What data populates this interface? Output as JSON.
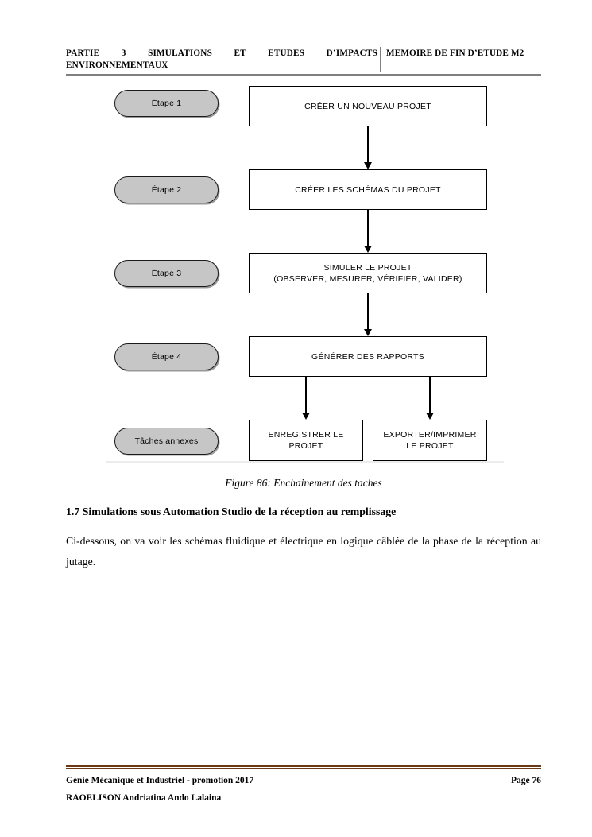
{
  "header": {
    "left_line1": "PARTIE 3 SIMULATIONS ET ETUDES D’IMPACTS",
    "left_line2": "ENVIRONNEMENTAUX",
    "right": "MEMOIRE DE FIN D’ETUDE M2",
    "rule_color": "#808080",
    "divider_color": "#808080"
  },
  "figure": {
    "caption": "Figure 86: Enchainement des taches",
    "steps": [
      {
        "label": "Étape 1"
      },
      {
        "label": "Étape 2"
      },
      {
        "label": "Étape 3"
      },
      {
        "label": "Étape 4"
      },
      {
        "label": "Tâches annexes"
      }
    ],
    "boxes": [
      {
        "line1": "CRÉER UN NOUVEAU PROJET",
        "line2": ""
      },
      {
        "line1": "CRÉER LES SCHÉMAS DU PROJET",
        "line2": ""
      },
      {
        "line1": "SIMULER LE PROJET",
        "line2": "(OBSERVER, MESURER, VÉRIFIER, VALIDER)"
      },
      {
        "line1": "GÉNÉRER DES RAPPORTS",
        "line2": ""
      },
      {
        "line1": "ENREGISTRER LE",
        "line2": "PROJET"
      },
      {
        "line1": "EXPORTER/IMPRIMER",
        "line2": "LE PROJET"
      }
    ],
    "pill_fill": "#c6c6c6",
    "pill_border": "#1a1a1a",
    "box_border": "#000000"
  },
  "section": {
    "heading": "1.7 Simulations sous Automation Studio de la réception au remplissage",
    "paragraph": "Ci-dessous, on va voir les schémas fluidique et électrique en logique câblée de la phase de la réception au jutage."
  },
  "footer": {
    "left": "Génie Mécanique et Industriel - promotion 2017",
    "page": "Page 76",
    "author": "RAOELISON Andriatina Ando Lalaina",
    "rule_color": "#6b3a14"
  }
}
